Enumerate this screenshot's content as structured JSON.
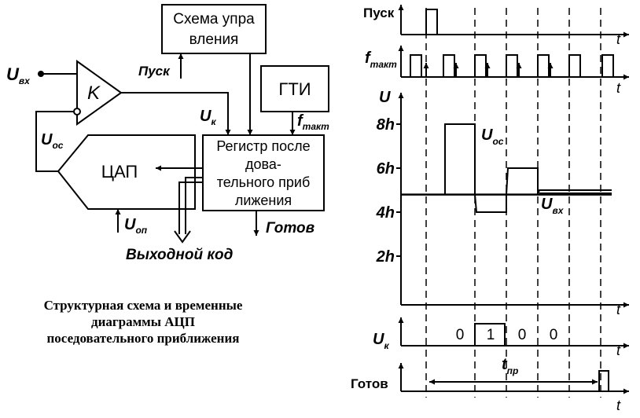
{
  "block_diagram": {
    "control_block": [
      "Схема упра",
      "вления"
    ],
    "start_label": "Пуск",
    "input_voltage": {
      "main": "U",
      "sub": "вх"
    },
    "comparator": "K",
    "comparator_output": {
      "main": "U",
      "sub": "к"
    },
    "feedback_voltage": {
      "main": "U",
      "sub": "ос"
    },
    "clock_block": "ГТИ",
    "clock_label": {
      "main": "f",
      "sub": "такт"
    },
    "register_block": [
      "Регистр после",
      "дова-",
      "тельного приб",
      "лижения"
    ],
    "dac_block": "ЦАП",
    "reference_voltage": {
      "main": "U",
      "sub": "оп"
    },
    "ready_output": "Готов",
    "output_code": "Выходной код"
  },
  "caption": [
    "Структурная схема и временные",
    "диаграммы АЦП",
    "поседовательного приближения"
  ],
  "timing": {
    "start_row": "Пуск",
    "clock_row": {
      "main": "f",
      "sub": "такт"
    },
    "voltage_axis": "U",
    "y_ticks": [
      {
        "value": 2,
        "label": "2h"
      },
      {
        "value": 4,
        "label": "4h"
      },
      {
        "value": 6,
        "label": "6h"
      },
      {
        "value": 8,
        "label": "8h"
      }
    ],
    "feedback_label": {
      "main": "U",
      "sub": "ос"
    },
    "input_label": {
      "main": "U",
      "sub": "вх"
    },
    "input_level": 4.8,
    "feedback_levels": [
      8,
      4,
      6,
      5
    ],
    "comparator_row": {
      "main": "U",
      "sub": "к"
    },
    "comparator_bits": [
      "0",
      "1",
      "0",
      "0"
    ],
    "ready_row": "Готов",
    "conversion_time": {
      "main": "t",
      "sub": "пр"
    },
    "time_axis": "t"
  }
}
